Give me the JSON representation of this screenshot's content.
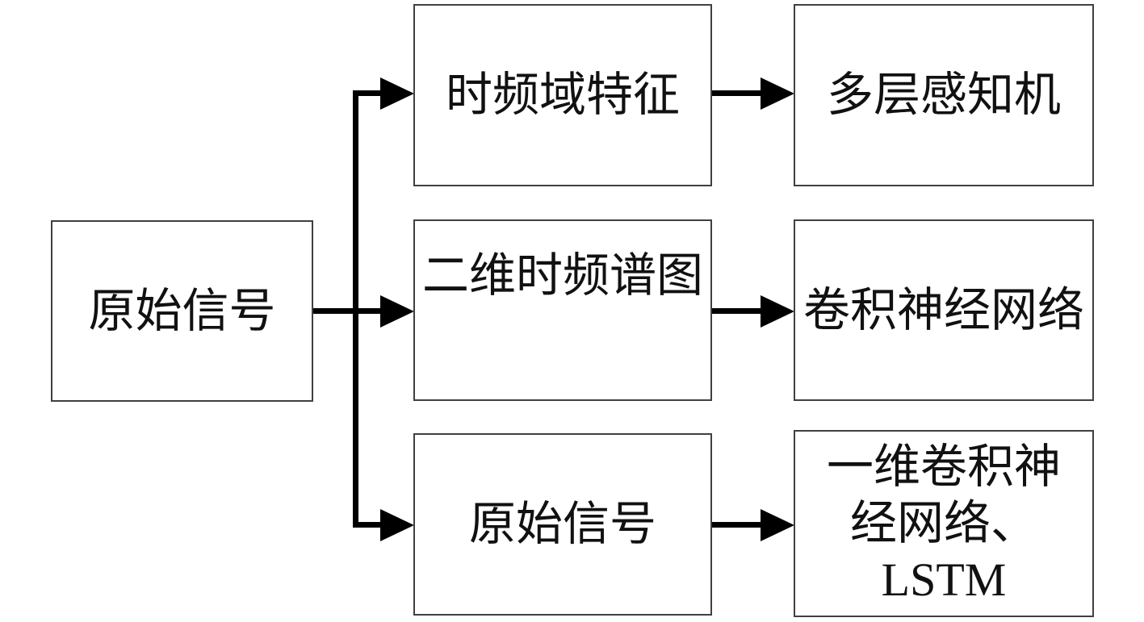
{
  "diagram": {
    "type": "flowchart",
    "colors": {
      "box_border": "#404040",
      "arrow": "#000000",
      "text": "#111111"
    },
    "nodes": {
      "source": {
        "label": "原始信号"
      },
      "feature_top": {
        "label": "时频域特征"
      },
      "feature_mid": {
        "label": "二维时频谱图"
      },
      "feature_bottom": {
        "label": "原始信号"
      },
      "model_top": {
        "label": "多层感知机"
      },
      "model_mid": {
        "label": "卷积神经网络"
      },
      "model_bottom": {
        "lines": [
          "一维卷积神",
          "经网络、",
          "LSTM"
        ]
      }
    },
    "edges": [
      {
        "from": "source",
        "to": "feature_top"
      },
      {
        "from": "source",
        "to": "feature_mid"
      },
      {
        "from": "source",
        "to": "feature_bottom"
      },
      {
        "from": "feature_top",
        "to": "model_top"
      },
      {
        "from": "feature_mid",
        "to": "model_mid"
      },
      {
        "from": "feature_bottom",
        "to": "model_bottom"
      }
    ]
  }
}
